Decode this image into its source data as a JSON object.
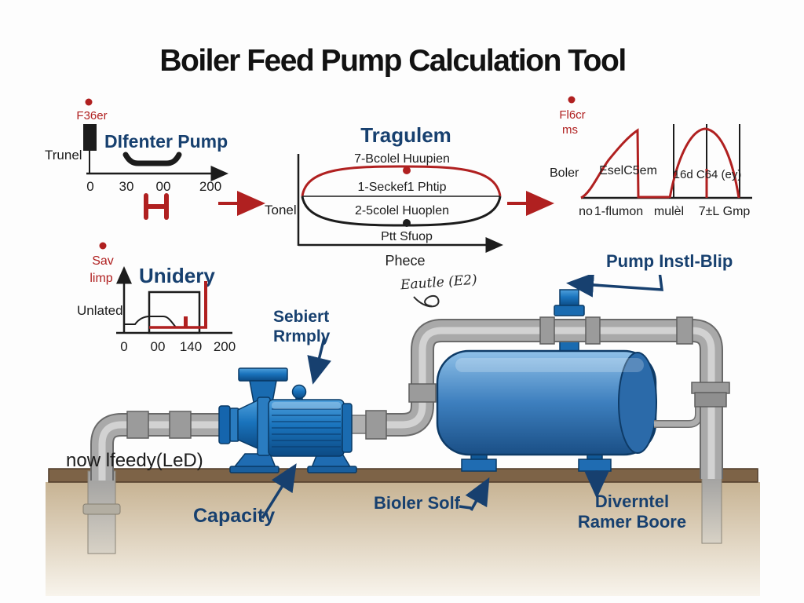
{
  "page_title": "Boiler Feed Pump Calculation Tool",
  "colors": {
    "navy_label": "#17406f",
    "diagram_red": "#b02020",
    "ink": "#1c1c1c",
    "pump_blue": "#1a7ac2",
    "tank_blue": "#2e6fae",
    "pipe_gray": "#a9a9a9",
    "ground_brown": "#7d6347"
  },
  "chart_data": [
    {
      "id": "differ-pump-mini-chart",
      "type": "line",
      "dot_label": "F36er",
      "y_label": "Trunel",
      "title": "DIfenter Pump",
      "x_ticks": [
        "0",
        "30",
        "00",
        "200"
      ],
      "symbol": "H"
    },
    {
      "id": "tragulem-oval-chart",
      "type": "line",
      "title": "Tragulem",
      "y_label": "Tonel",
      "x_label": "Phece",
      "label_top": "7-Bcolel Huupien",
      "label_upper": "1-Seckef1 Phtip",
      "label_lower": "2-5colel Huoplen",
      "label_bottom": "Ptt Sfuop"
    },
    {
      "id": "flow-curves-chart",
      "type": "line",
      "dot_label_1": "Fl6cr",
      "dot_label_2": "ms",
      "y_label": "Boler",
      "curve_label_1": "EselC5em",
      "curve_label_2": "16d C64 (ey)",
      "x_ticks": [
        "no",
        "1-flumon",
        "mulèl",
        "7±L",
        "Gmp"
      ]
    },
    {
      "id": "unidery-chart",
      "type": "line",
      "dot_label_1": "Sav",
      "dot_label_2": "limp",
      "title": "Unidery",
      "y_label": "Unlated",
      "x_ticks": [
        "0",
        "00",
        "140",
        "200"
      ]
    }
  ],
  "annotations": {
    "suction_note": "now lfeedy(LeD)",
    "pump_label_line1": "Sebiert",
    "pump_label_line2": "Rrmply",
    "tank_nozzle_label": "Pump Instl-Blip",
    "handwritten_note": "Eautle (E2)",
    "capacity_label": "Capacity",
    "boiler_shell_label": "Bioler Solf",
    "drain_label_line1": "Diverntel",
    "drain_label_line2": "Ramer Boore"
  }
}
